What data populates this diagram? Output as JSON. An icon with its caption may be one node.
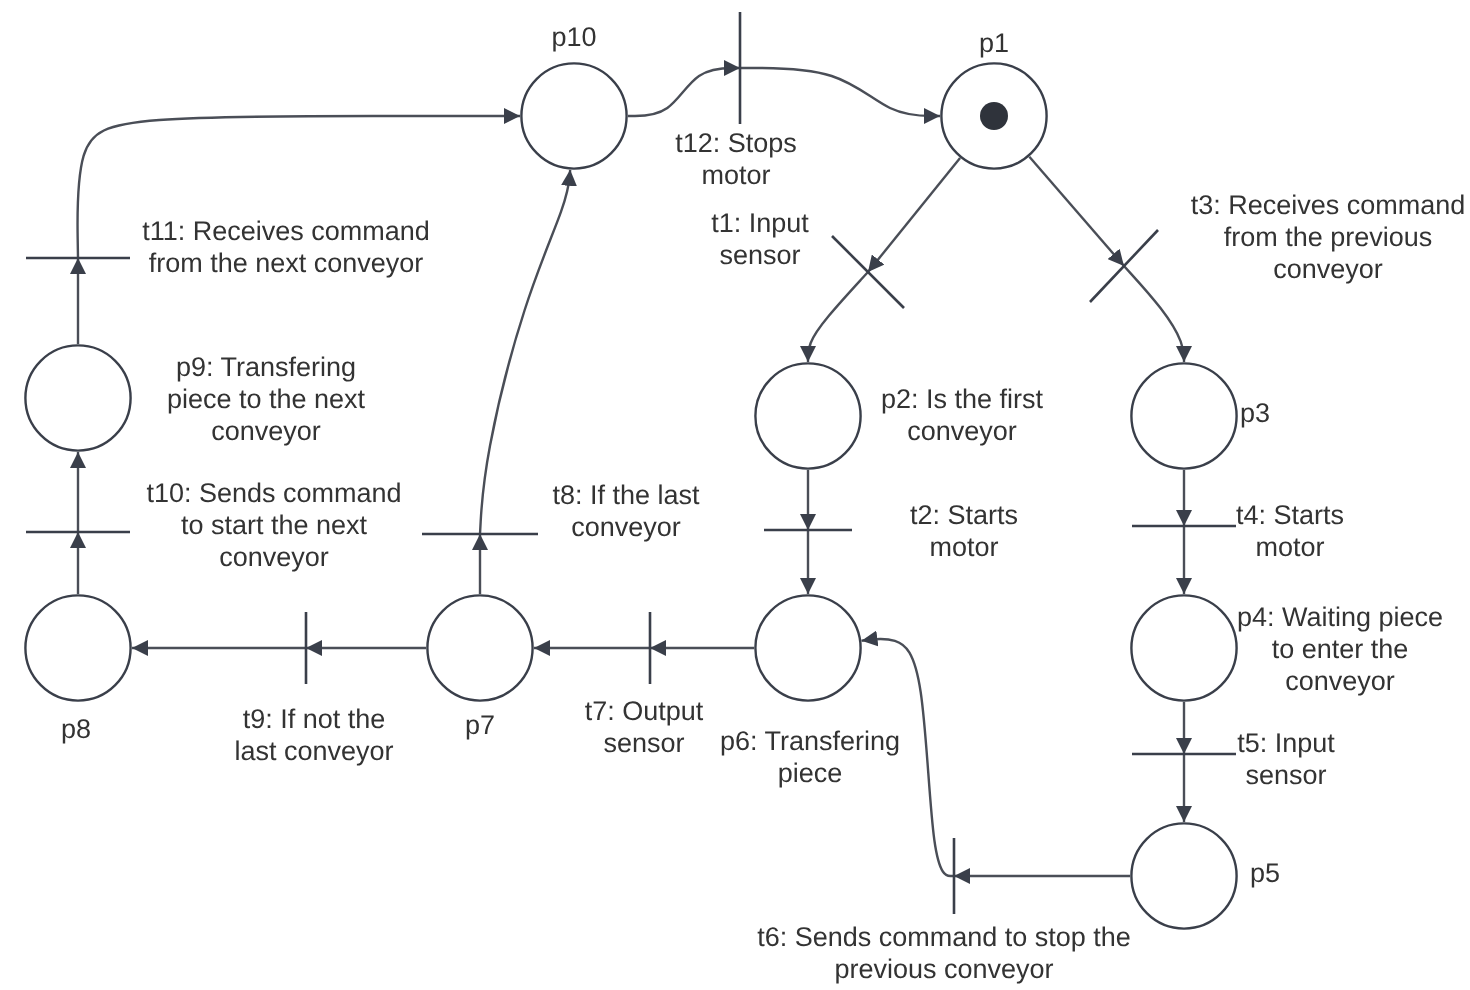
{
  "diagram": {
    "nodes": [
      {
        "text": [
          "p10"
        ]
      },
      {
        "text": [
          "t12: Stops motor"
        ]
      },
      {
        "text": [
          "p1"
        ]
      },
      {
        "text": [
          "t11: Receives command from the next conveyor"
        ]
      },
      {
        "text": [
          "t1: Input sensor"
        ]
      },
      {
        "text": [
          "t3: Receives command from the previous conveyor"
        ]
      },
      {
        "text": [
          "p9: Transfering piece to the next conveyor"
        ]
      },
      {
        "text": [
          "p2: Is the first conveyor"
        ]
      },
      {
        "text": [
          "p3"
        ]
      },
      {
        "text": [
          "t10: Sends command to start the next conveyor"
        ]
      },
      {
        "text": [
          "t8: If the last conveyor"
        ]
      },
      {
        "text": [
          "t2: Starts motor"
        ]
      },
      {
        "text": [
          "t4: Starts motor"
        ]
      },
      {
        "text": [
          "p8"
        ]
      },
      {
        "text": [
          "t9: If not the last conveyor"
        ]
      },
      {
        "text": [
          "p7"
        ]
      },
      {
        "text": [
          "t7: Output sensor"
        ]
      },
      {
        "text": [
          "p6: Transfering piece"
        ]
      },
      {
        "text": [
          "p4: Waiting piece to enter the conveyor"
        ]
      },
      {
        "text": [
          "t5: Input sensor"
        ]
      },
      {
        "text": [
          "p5"
        ]
      },
      {
        "text": [
          "t6: Sends command to stop the previous conveyor"
        ]
      }
    ],
    "edges": [
      {
        "from": 0,
        "to": 1,
        "arrow": "to"
      },
      {
        "from": 1,
        "to": 2,
        "arrow": "to"
      },
      {
        "from": 2,
        "to": 4,
        "arrow": "to"
      },
      {
        "from": 2,
        "to": 5,
        "arrow": "to"
      },
      {
        "from": 4,
        "to": 7,
        "arrow": "to"
      },
      {
        "from": 5,
        "to": 8,
        "arrow": "to"
      },
      {
        "from": 7,
        "to": 11,
        "arrow": "to"
      },
      {
        "from": 11,
        "to": 17,
        "arrow": "to"
      },
      {
        "from": 8,
        "to": 12,
        "arrow": "to"
      },
      {
        "from": 12,
        "to": 18,
        "arrow": "to"
      },
      {
        "from": 18,
        "to": 19,
        "arrow": "to"
      },
      {
        "from": 19,
        "to": 20,
        "arrow": "to"
      },
      {
        "from": 20,
        "to": 21,
        "arrow": "to"
      },
      {
        "from": 21,
        "to": 17,
        "arrow": "to"
      },
      {
        "from": 17,
        "to": 16,
        "arrow": "to"
      },
      {
        "from": 16,
        "to": 15,
        "arrow": "to"
      },
      {
        "from": 15,
        "to": 10,
        "arrow": "to"
      },
      {
        "from": 10,
        "to": 0,
        "arrow": "to"
      },
      {
        "from": 15,
        "to": 14,
        "arrow": "to"
      },
      {
        "from": 14,
        "to": 13,
        "arrow": "to"
      },
      {
        "from": 13,
        "to": 9,
        "arrow": "to"
      },
      {
        "from": 9,
        "to": 6,
        "arrow": "to"
      },
      {
        "from": 6,
        "to": 3,
        "arrow": "to"
      },
      {
        "from": 3,
        "to": 0,
        "arrow": "to"
      }
    ]
  }
}
